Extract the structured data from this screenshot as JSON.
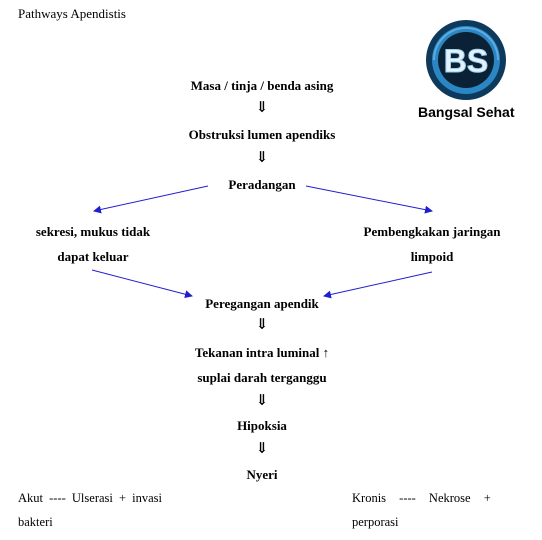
{
  "title": "Pathways Apendistis",
  "logo": {
    "text": "BS",
    "caption": "Bangsal Sehat"
  },
  "nodes": {
    "masa": "Masa / tinja / benda asing",
    "obstruksi": "Obstruksi lumen apendiks",
    "peradangan": "Peradangan",
    "sekresi_line1": "sekresi, mukus tidak",
    "sekresi_line2": "dapat keluar",
    "pembengkakan_line1": "Pembengkakan jaringan",
    "pembengkakan_line2": "limpoid",
    "peregangan": "Peregangan apendik",
    "tekanan": "Tekanan intra luminal ↑",
    "suplai": "suplai darah terganggu",
    "hipoksia": "Hipoksia",
    "nyeri": "Nyeri"
  },
  "down_arrow": "⇓",
  "outcomes": {
    "akut_line1": "Akut ---- Ulserasi + invasi",
    "akut_line2": "bakteri",
    "kronis_line1": "Kronis ---- Nekrose +",
    "kronis_line2": "perporasi"
  },
  "colors": {
    "edge": "#1f1fd0",
    "logo_ring": "#1a6fa8",
    "logo_inner": "#0b2236"
  }
}
